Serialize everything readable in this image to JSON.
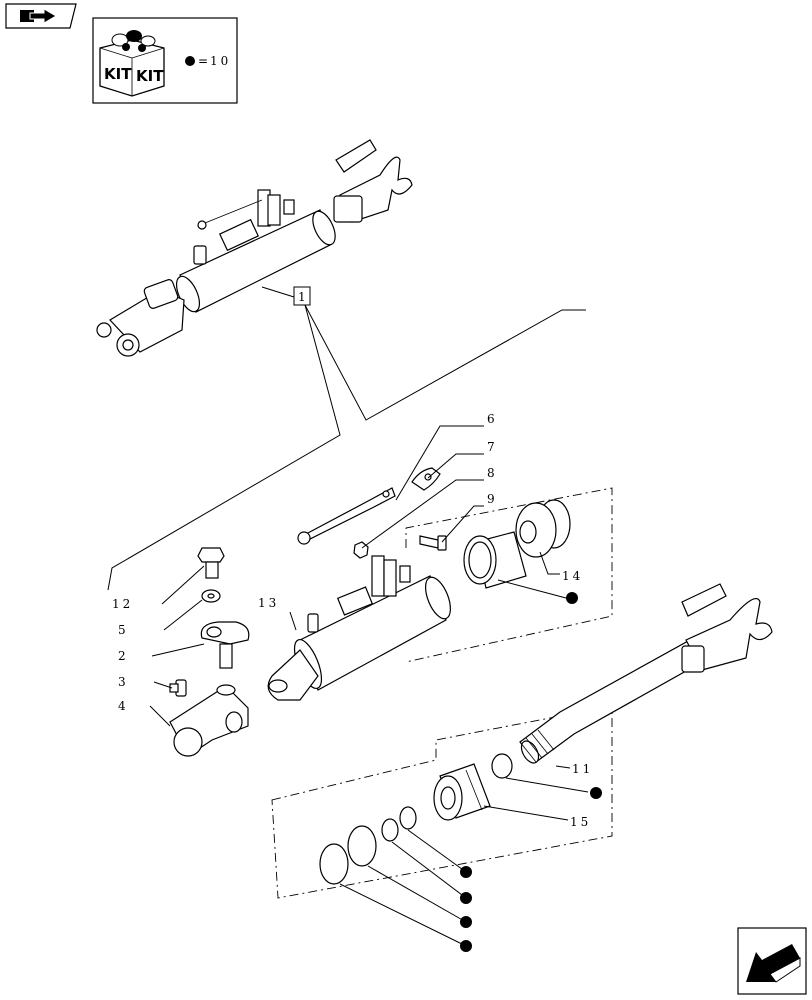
{
  "kit_legend": {
    "box_label_left": "KIT",
    "box_label_right": "KIT",
    "equals": "=",
    "kit_ref": "10"
  },
  "assembly_label": "1",
  "parts": [
    {
      "ref": "2"
    },
    {
      "ref": "3"
    },
    {
      "ref": "4"
    },
    {
      "ref": "5"
    },
    {
      "ref": "6"
    },
    {
      "ref": "7"
    },
    {
      "ref": "8"
    },
    {
      "ref": "9"
    },
    {
      "ref": "11"
    },
    {
      "ref": "12"
    },
    {
      "ref": "13"
    },
    {
      "ref": "14"
    },
    {
      "ref": "15"
    }
  ],
  "icons": {
    "top_nav": "book-arrow-icon",
    "bottom_nav": "next-page-arrow-icon",
    "kit_marker": "filled-dot-icon"
  }
}
